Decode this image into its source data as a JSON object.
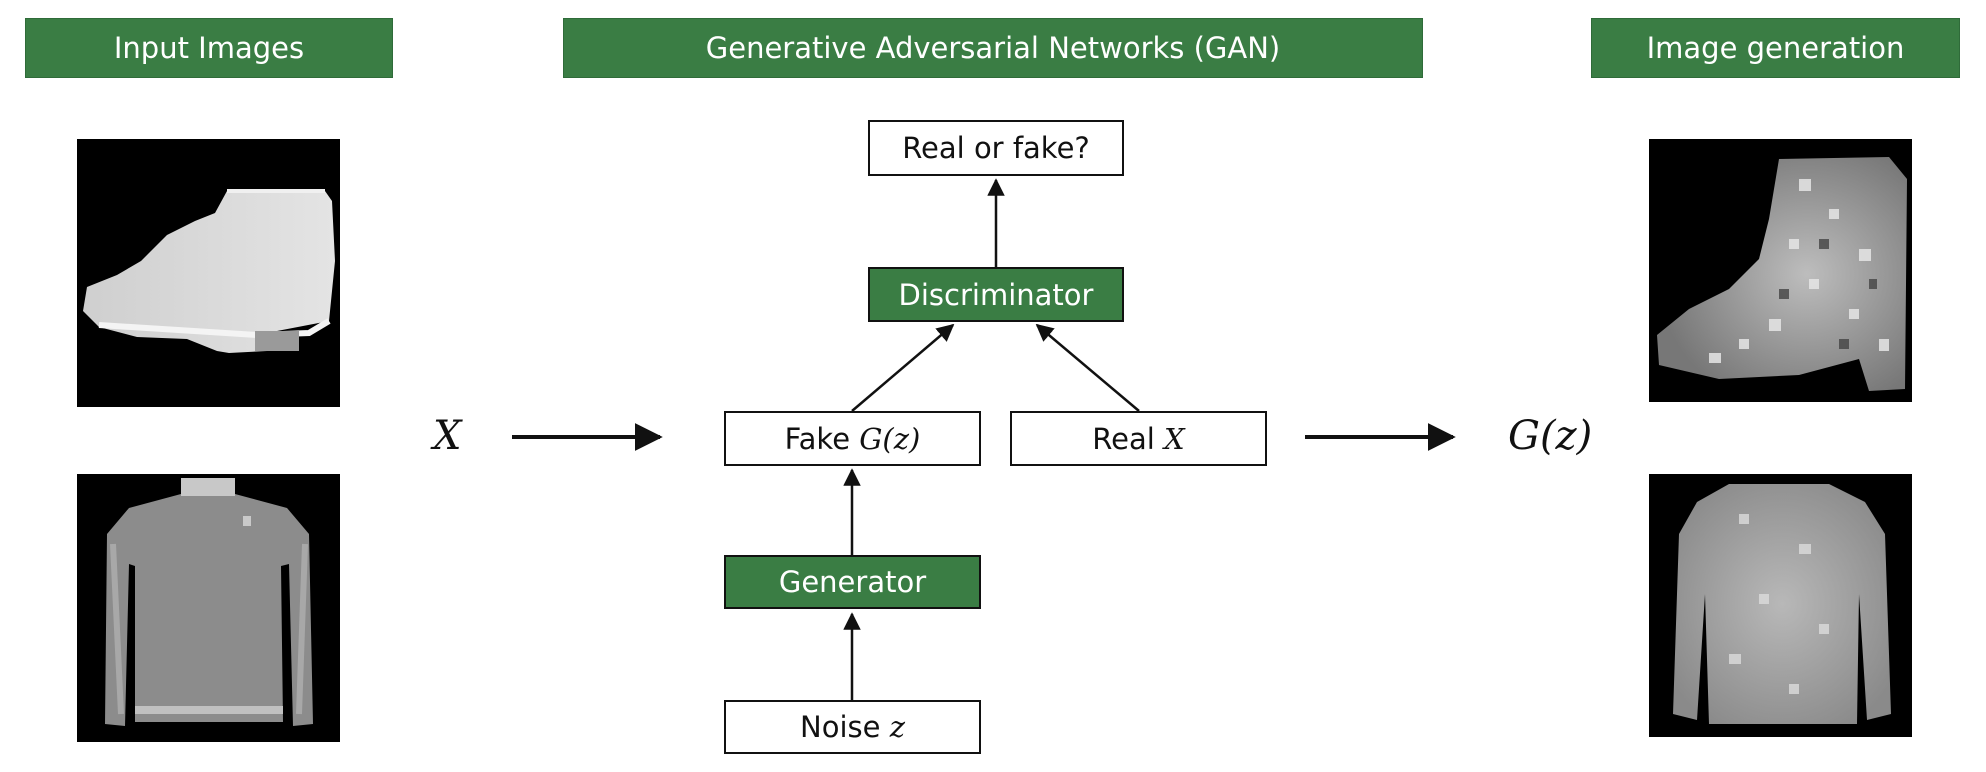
{
  "headers": {
    "input": "Input Images",
    "gan": "Generative Adversarial Networks (GAN)",
    "generation": "Image generation"
  },
  "boxes": {
    "real_or_fake": "Real or fake?",
    "discriminator": "Discriminator",
    "fake_prefix": "Fake",
    "fake_var": "G(z)",
    "real_prefix": "Real",
    "real_var": "X",
    "generator": "Generator",
    "noise_prefix": "Noise",
    "noise_var": "z"
  },
  "labels": {
    "x": "X",
    "gz": "G(z)"
  },
  "colors": {
    "header_green": "#3a7d44",
    "box_green": "#3a7d44",
    "arrow": "#111111"
  }
}
